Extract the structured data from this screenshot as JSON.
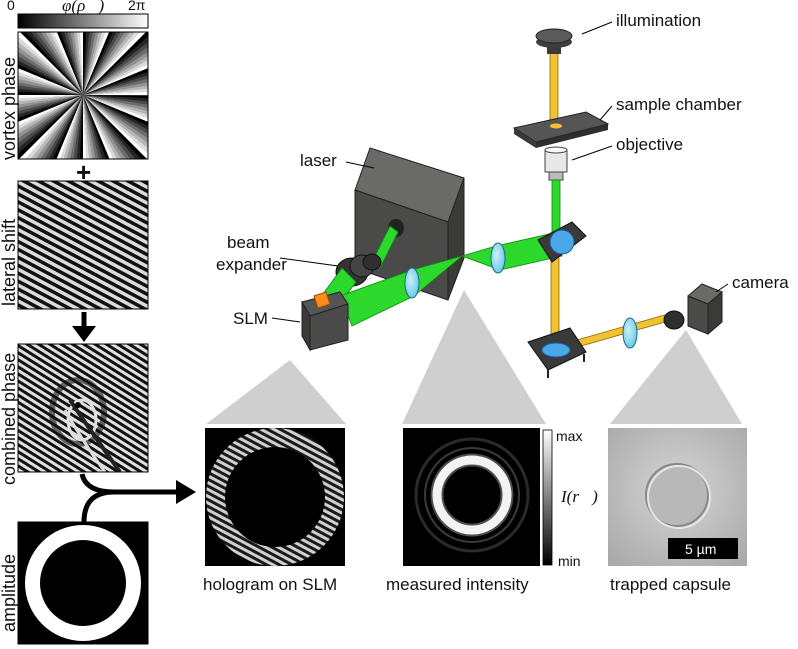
{
  "colorbar": {
    "min_label": "0",
    "max_label": "2π",
    "symbol": "φ(ρ⃗)"
  },
  "left_column": {
    "vortex_label": "vortex phase",
    "plus_sign": "+",
    "lateral_label": "lateral shift",
    "combined_label": "combined phase",
    "amplitude_label": "amplitude"
  },
  "setup": {
    "illumination": "illumination",
    "sample_chamber": "sample chamber",
    "objective": "objective",
    "laser": "laser",
    "beam_label_1": "beam",
    "beam_label_2": "expander",
    "slm": "SLM",
    "camera": "camera"
  },
  "panels": {
    "hologram_caption": "hologram on SLM",
    "intensity_caption": "measured intensity",
    "intensity_max": "max",
    "intensity_min": "min",
    "intensity_symbol": "I(r⃗)",
    "capsule_caption": "trapped capsule",
    "scale_bar": "5 µm"
  },
  "colors": {
    "beam_green": "#2bd82b",
    "illumination_yellow": "#f2c230",
    "lens_blue": "#8fd8ee",
    "slm_orange": "#ff8c1a",
    "housing_gray": "#4a4a48",
    "cone_gray": "#cfcfcf"
  }
}
